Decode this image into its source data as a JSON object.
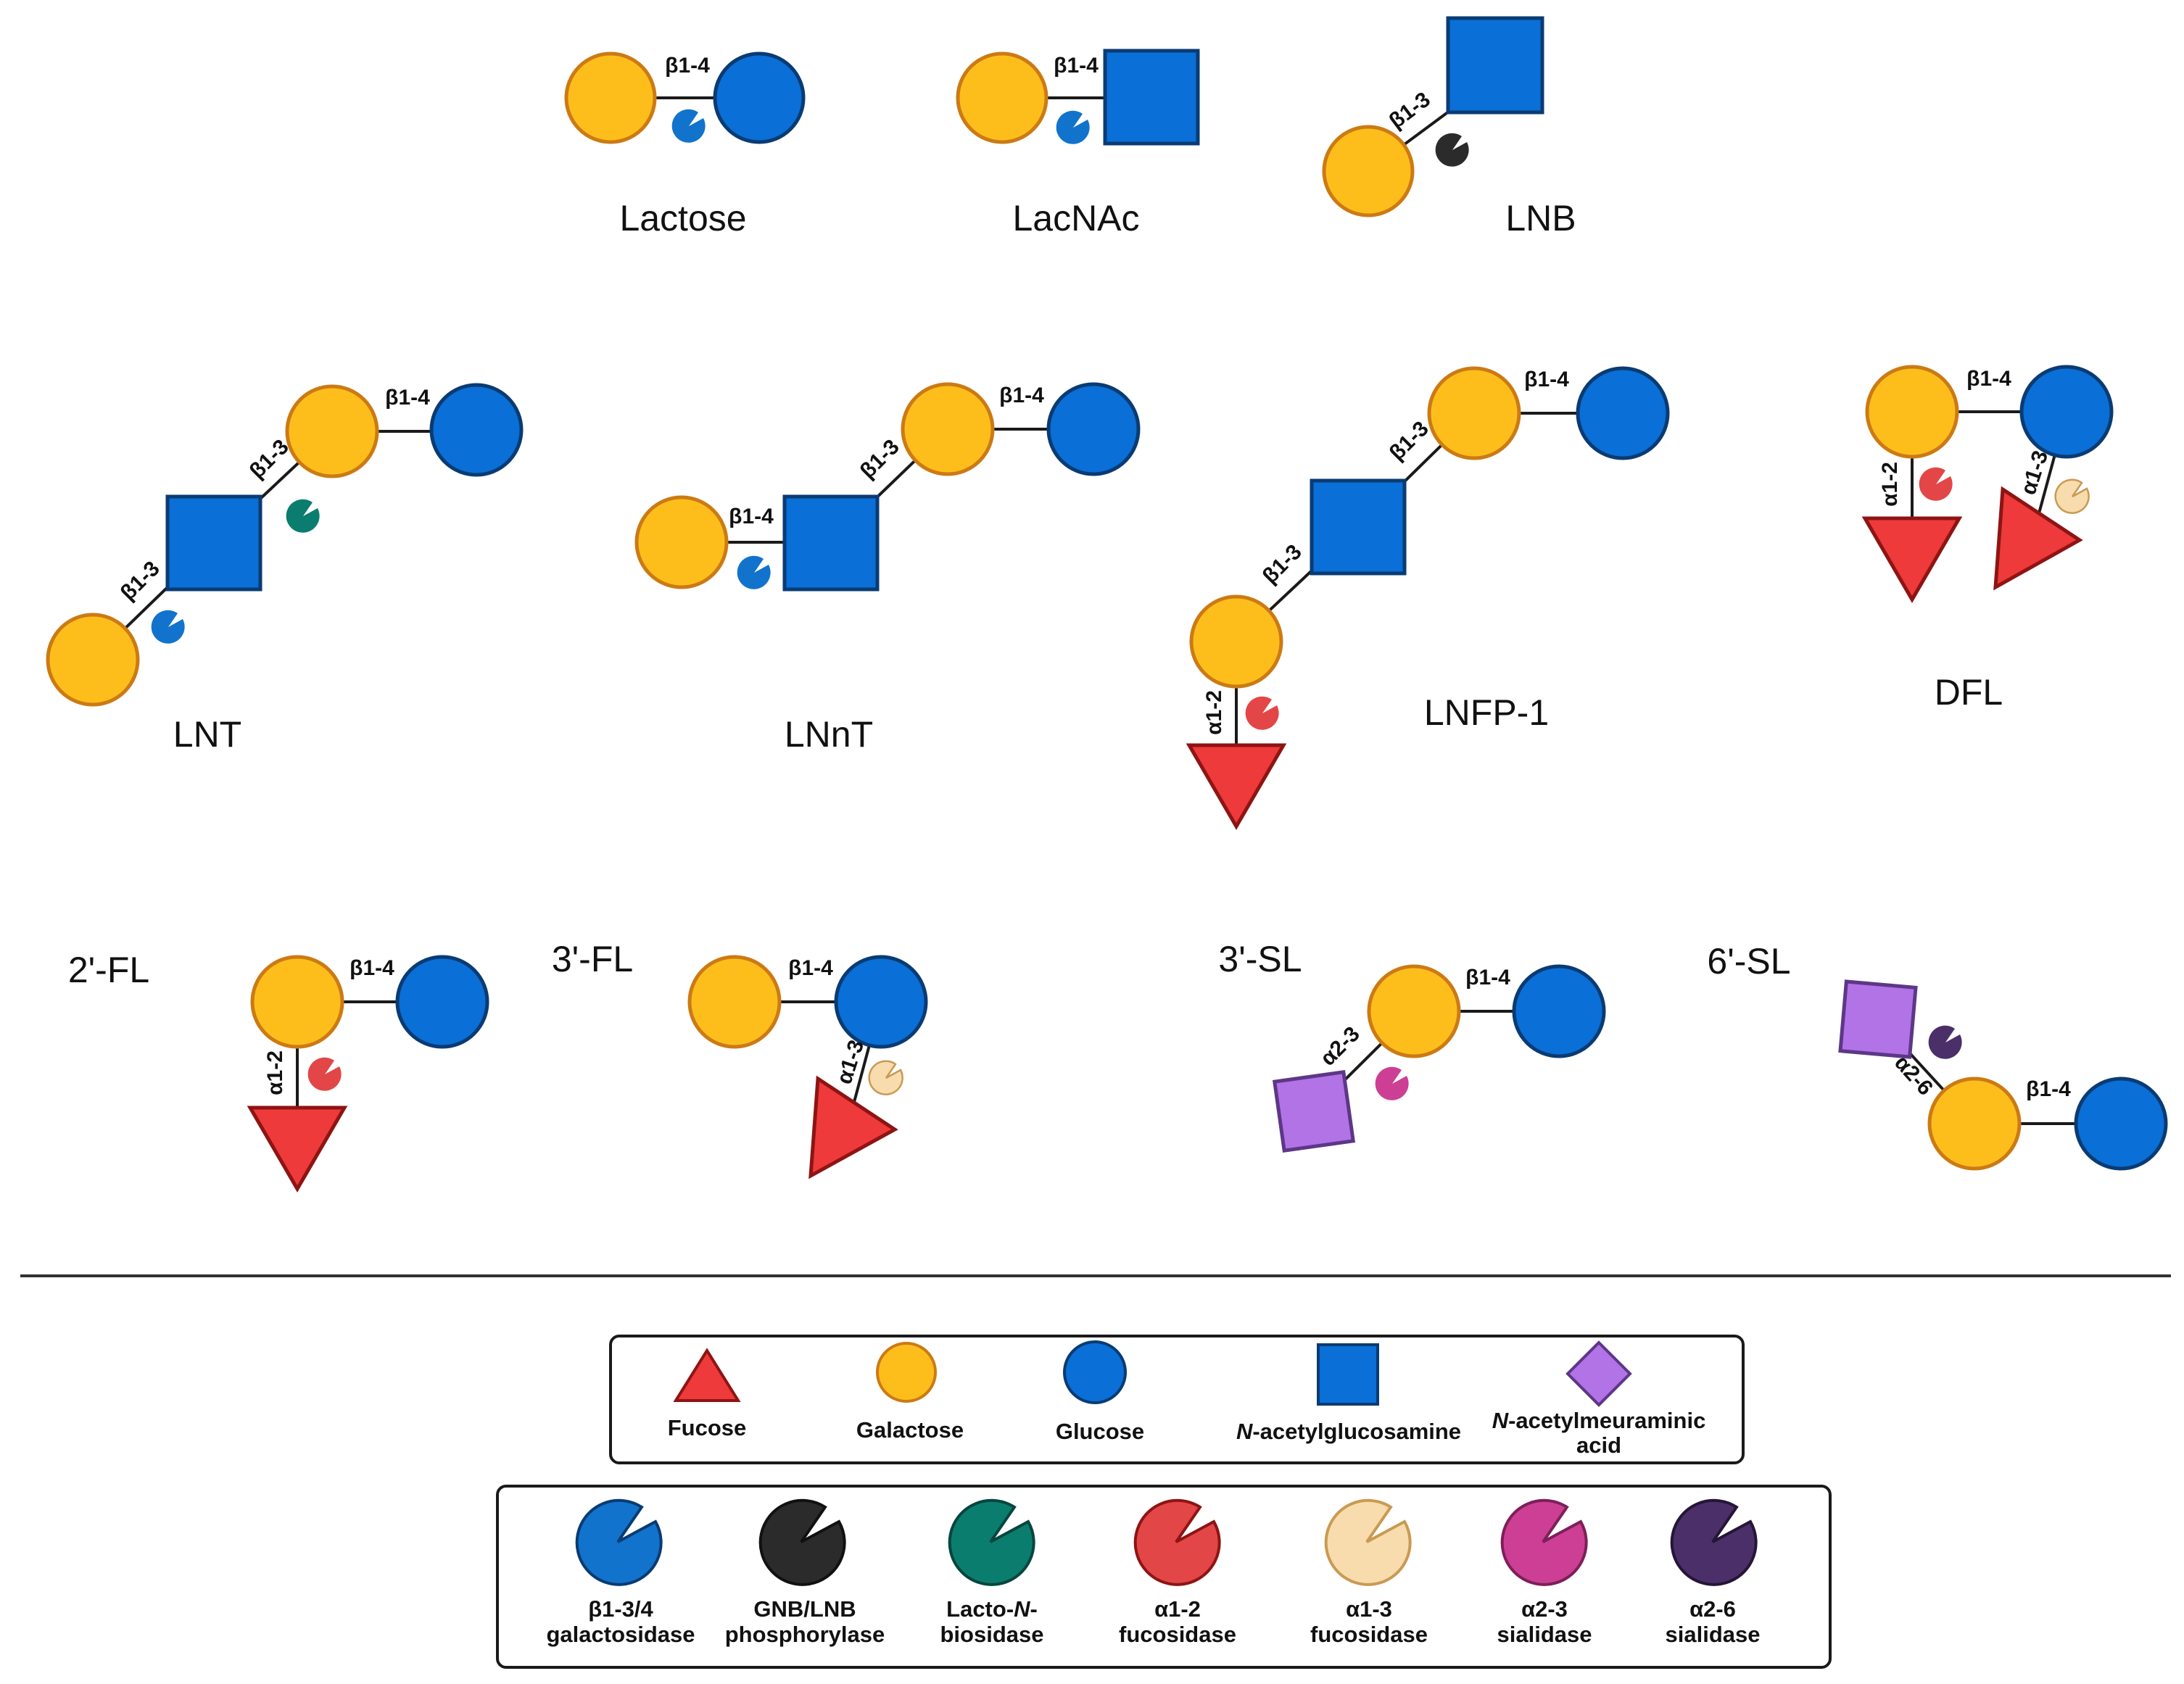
{
  "colors": {
    "fucose_fill": "#ee3a3a",
    "fucose_stroke": "#8e1414",
    "galactose_fill": "#fdbe1c",
    "galactose_stroke": "#cc7a14",
    "glucose_fill": "#0a6fd6",
    "glucose_stroke": "#0a3b73",
    "glcnac_fill": "#0a6fd6",
    "glcnac_stroke": "#0a3b73",
    "neuac_fill": "#b273e6",
    "neuac_stroke": "#5d3787",
    "gal_enzyme": "#1173cc",
    "gnb_enzyme": "#2b2b2b",
    "lnb_enzyme": "#0b7d6e",
    "fuc12_enzyme": "#e34646",
    "fuc13_enzyme": "#f8dcae",
    "sia23_enzyme": "#cc3f94",
    "sia26_enzyme": "#4a2f69"
  },
  "structures": {
    "lactose": {
      "name": "Lactose",
      "link": "β1-4"
    },
    "lacnac": {
      "name": "LacNAc",
      "link": "β1-4"
    },
    "lnb": {
      "name": "LNB",
      "link": "β1-3"
    },
    "lnt": {
      "name": "LNT",
      "link1": "β1-4",
      "link2": "β1-3",
      "link3": "β1-3"
    },
    "lnnt": {
      "name": "LNnT",
      "link1": "β1-4",
      "link2": "β1-3",
      "link3": "β1-4"
    },
    "lnfp1": {
      "name": "LNFP-1",
      "link1": "β1-4",
      "link2": "β1-3",
      "link3": "β1-3",
      "link4": "α1-2"
    },
    "dfl": {
      "name": "DFL",
      "link1": "β1-4",
      "link2": "α1-2",
      "link3": "α1-3"
    },
    "fl2": {
      "name": "2'-FL",
      "link1": "β1-4",
      "link2": "α1-2"
    },
    "fl3": {
      "name": "3'-FL",
      "link1": "β1-4",
      "link2": "α1-3"
    },
    "sl3": {
      "name": "3'-SL",
      "link1": "β1-4",
      "link2": "α2-3"
    },
    "sl6": {
      "name": "6'-SL",
      "link1": "β1-4",
      "link2": "α2-6"
    }
  },
  "legend_monosaccharides": [
    {
      "name": "Fucose"
    },
    {
      "name": "Galactose"
    },
    {
      "name": "Glucose"
    },
    {
      "name_italic": "N",
      "name_rest": "-acetylglucosamine"
    },
    {
      "name_italic": "N",
      "name_line1_rest": "-acetylmeuraminic",
      "name_line2": "acid"
    }
  ],
  "legend_enzymes": [
    {
      "line1": "β1-3/4",
      "line2": "galactosidase",
      "icon": "gal_enzyme"
    },
    {
      "line1": "GNB/LNB",
      "line2": "phosphorylase",
      "icon": "gnb_enzyme"
    },
    {
      "line1_a": "Lacto-",
      "line1_b": "N",
      "line1_c": "-",
      "line2": "biosidase",
      "icon": "lnb_enzyme"
    },
    {
      "line1": "α1-2",
      "line2": "fucosidase",
      "icon": "fuc12_enzyme"
    },
    {
      "line1": "α1-3",
      "line2": "fucosidase",
      "icon": "fuc13_enzyme"
    },
    {
      "line1": "α2-3",
      "line2": "sialidase",
      "icon": "sia23_enzyme"
    },
    {
      "line1": "α2-6",
      "line2": "sialidase",
      "icon": "sia26_enzyme"
    }
  ]
}
